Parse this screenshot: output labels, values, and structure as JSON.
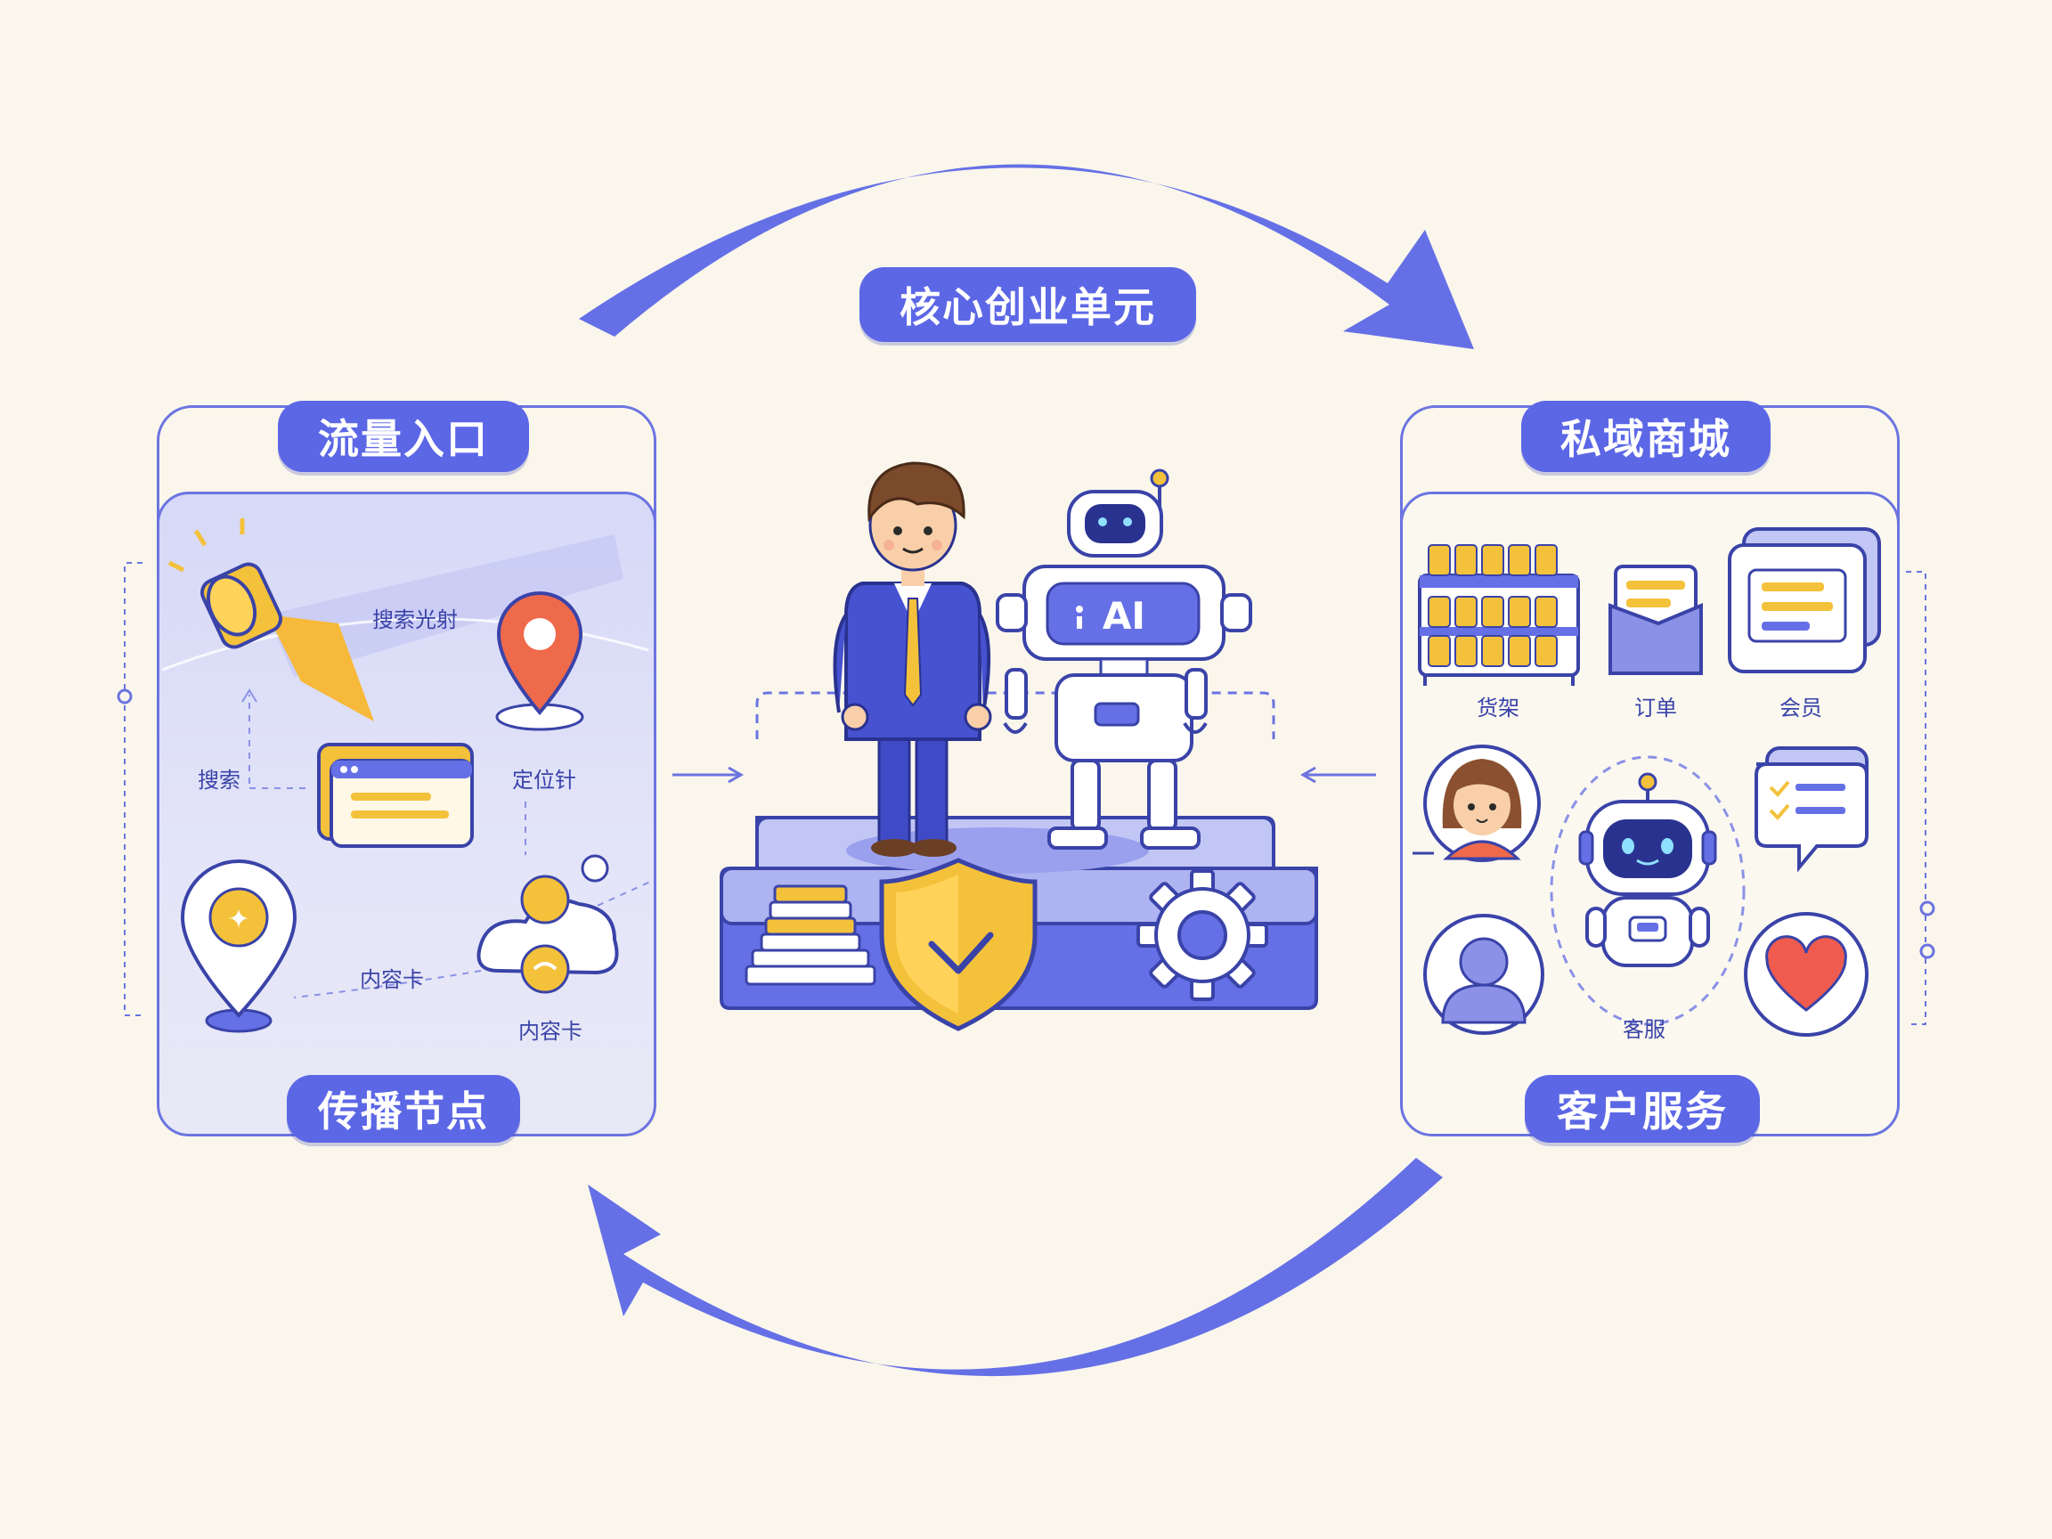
{
  "center": {
    "title": "核心创业单元",
    "badge": "AI"
  },
  "left_panel": {
    "top_title": "流量入口",
    "bottom_title": "传播节点",
    "labels": {
      "beam": "搜索光射",
      "search": "搜索",
      "pin": "定位针",
      "card_a": "内容卡",
      "card_b": "内容卡"
    }
  },
  "right_panel": {
    "top_title": "私域商城",
    "bottom_title": "客户服务",
    "labels": {
      "shelf": "货架",
      "order": "订单",
      "member": "会员",
      "service": "客服"
    }
  },
  "colors": {
    "accent": "#5c67e6",
    "gold": "#f4c13a",
    "pin": "#ef6a4b",
    "heart": "#ef5b4f",
    "background": "#faf6ec"
  }
}
